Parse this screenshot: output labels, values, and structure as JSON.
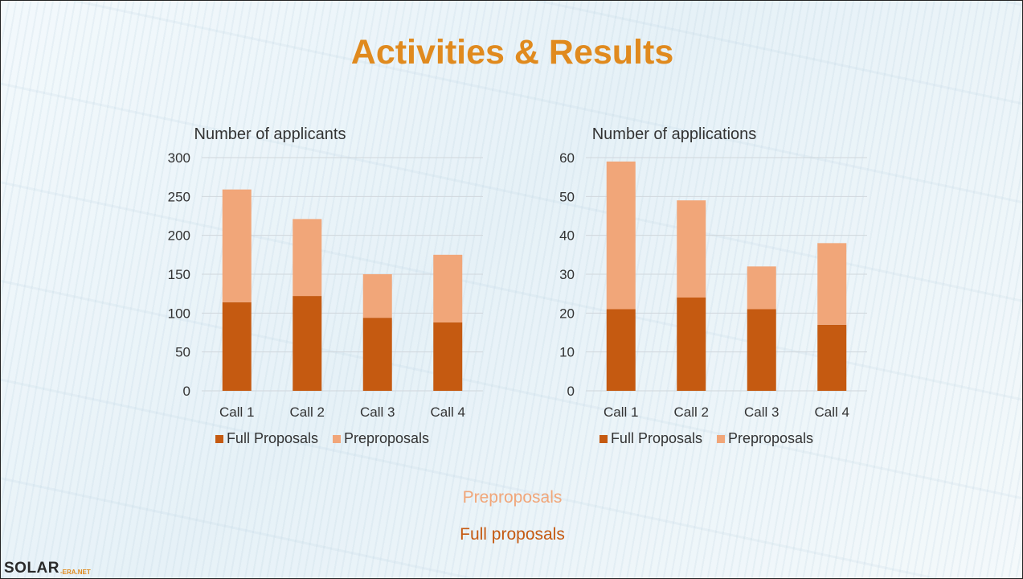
{
  "slide": {
    "title": "Activities & Results",
    "note_preproposals": "Preproposals",
    "note_full_proposals": "Full proposals",
    "logo_main": "SOLAR",
    "logo_sub": "-ERA.NET"
  },
  "colors": {
    "title": "#e08a1e",
    "full_proposals": "#c55a11",
    "preproposals": "#f1a679",
    "gridline": "#d0d7dc",
    "axis_text": "#333333"
  },
  "chart_data": [
    {
      "type": "bar",
      "stacked": true,
      "title": "Number of applicants",
      "categories": [
        "Call 1",
        "Call 2",
        "Call 3",
        "Call 4"
      ],
      "series": [
        {
          "name": "Full Proposals",
          "values": [
            114,
            122,
            94,
            88
          ]
        },
        {
          "name": "Preproposals",
          "values": [
            145,
            99,
            56,
            87
          ]
        }
      ],
      "ylim": [
        0,
        300
      ],
      "yticks": [
        0,
        50,
        100,
        150,
        200,
        250,
        300
      ],
      "grid": true,
      "legend": "bottom"
    },
    {
      "type": "bar",
      "stacked": true,
      "title": "Number of applications",
      "categories": [
        "Call 1",
        "Call 2",
        "Call 3",
        "Call 4"
      ],
      "series": [
        {
          "name": "Full Proposals",
          "values": [
            21,
            24,
            21,
            17
          ]
        },
        {
          "name": "Preproposals",
          "values": [
            38,
            25,
            11,
            21
          ]
        }
      ],
      "ylim": [
        0,
        60
      ],
      "yticks": [
        0,
        10,
        20,
        30,
        40,
        50,
        60
      ],
      "grid": true,
      "legend": "bottom"
    }
  ]
}
